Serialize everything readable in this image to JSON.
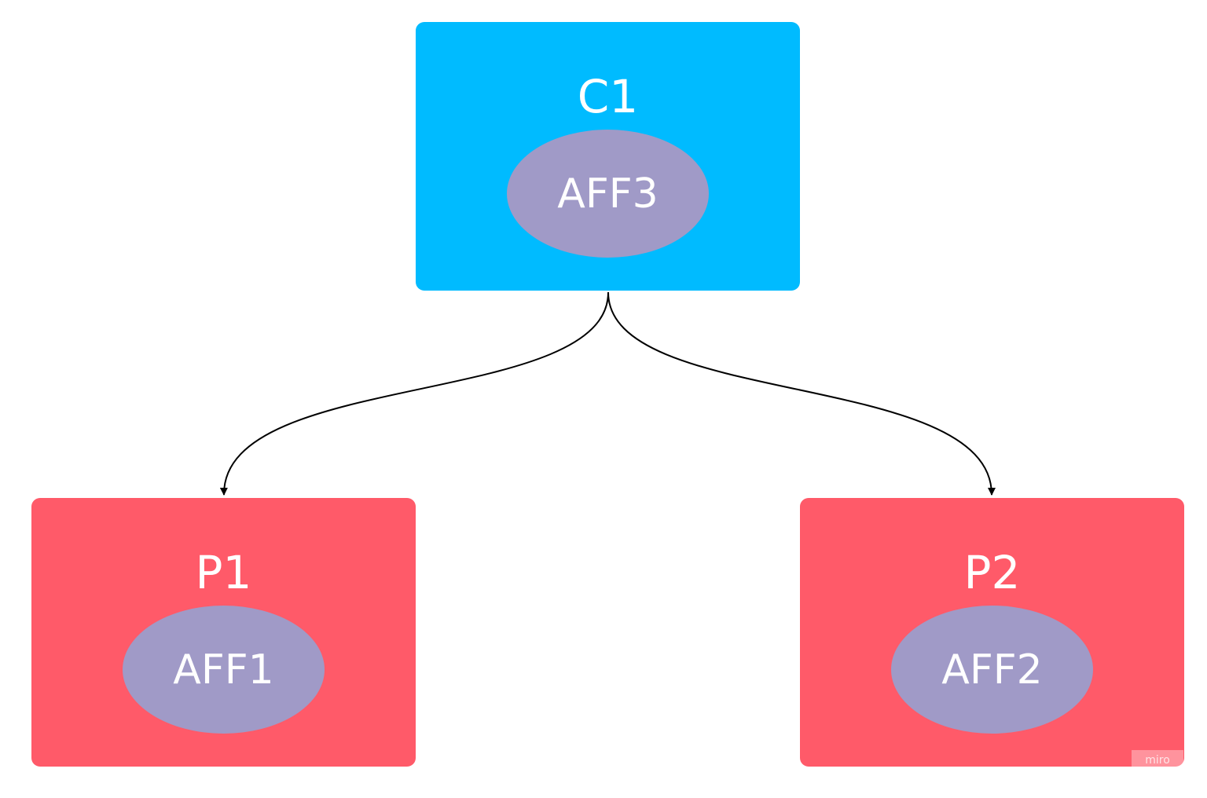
{
  "colors": {
    "container": "#00bbff",
    "parent": "#ff5a69",
    "affinity": "#a09ac7",
    "edge": "#000000"
  },
  "nodes": {
    "c1": {
      "title": "C1",
      "inner": "AFF3"
    },
    "p1": {
      "title": "P1",
      "inner": "AFF1"
    },
    "p2": {
      "title": "P2",
      "inner": "AFF2"
    }
  },
  "watermark": "miro"
}
